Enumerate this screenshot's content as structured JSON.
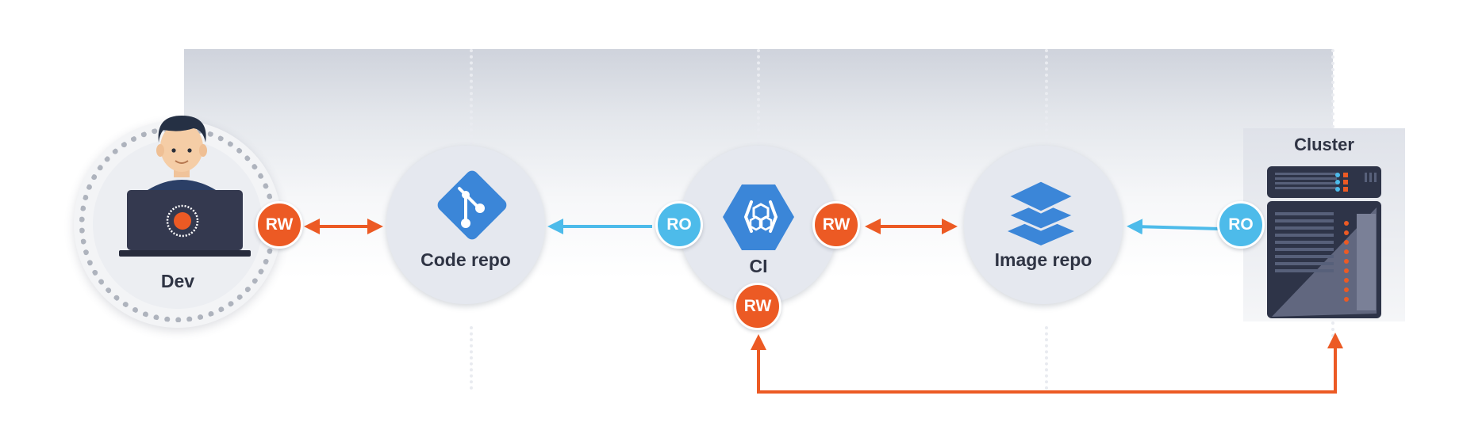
{
  "nodes": {
    "dev": {
      "label": "Dev"
    },
    "code_repo": {
      "label": "Code repo"
    },
    "ci": {
      "label": "CI"
    },
    "image_repo": {
      "label": "Image repo"
    },
    "cluster": {
      "label": "Cluster"
    }
  },
  "badges": {
    "dev_rw": "RW",
    "ci_ro": "RO",
    "ci_rw_right": "RW",
    "ci_rw_bottom": "RW",
    "cluster_ro": "RO"
  },
  "icons": {
    "dev": "developer-with-laptop-icon",
    "code_repo": "git-icon",
    "ci": "kubernetes-engine-hexagon-icon",
    "image_repo": "layers-stack-icon",
    "cluster": "server-rack-icon"
  },
  "colors": {
    "read_write": "#ec5a24",
    "read_only": "#4dbbea",
    "node_fill": "#e5e8ef",
    "icon_blue": "#3b86d8",
    "text": "#2f3444"
  }
}
